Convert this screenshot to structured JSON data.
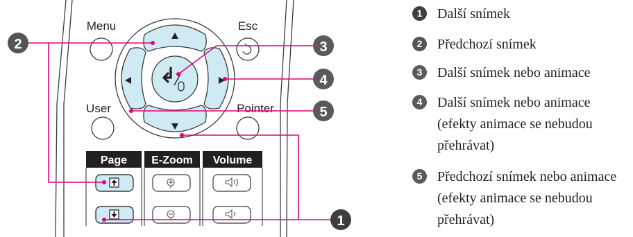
{
  "remote": {
    "buttons": {
      "menu": "Menu",
      "esc": "Esc",
      "user": "User",
      "pointer": "Pointer"
    },
    "groups": {
      "page": "Page",
      "ezoom": "E-Zoom",
      "volume": "Volume"
    }
  },
  "callouts": [
    {
      "num": "1",
      "label": "Další snímek",
      "color": "#3d3d3d"
    },
    {
      "num": "2",
      "label": "Předchozí snímek",
      "color": "#555555"
    },
    {
      "num": "3",
      "label": "Další snímek nebo animace",
      "color": "#5a5a5a"
    },
    {
      "num": "4",
      "label_lines": [
        "Další snímek nebo animace",
        "(efekty animace se nebudou",
        "přehrávat)"
      ],
      "color": "#5a5a5a"
    },
    {
      "num": "5",
      "label_lines": [
        "Předchozí snímek nebo animace",
        "(efekty animace se nebudou",
        "přehrávat)"
      ],
      "color": "#5a5a5a"
    }
  ],
  "colors": {
    "highlight": "#cfeaf3",
    "line": "#e4007f",
    "group_header_bg": "#231f20",
    "outline": "#3a3a3a"
  }
}
